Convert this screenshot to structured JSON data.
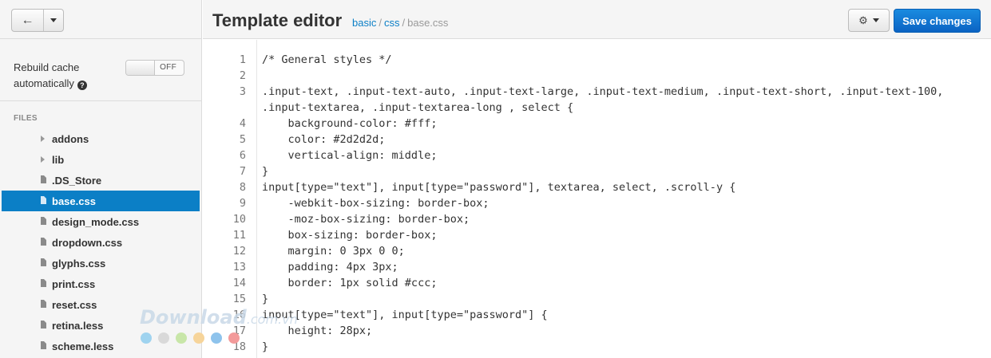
{
  "nav": {
    "back_icon": "back-arrow-icon"
  },
  "cache": {
    "label": "Rebuild cache automatically",
    "help": "?",
    "toggle": "OFF"
  },
  "files": {
    "heading": "FILES",
    "items": [
      {
        "label": "addons",
        "type": "folder"
      },
      {
        "label": "lib",
        "type": "folder"
      },
      {
        "label": ".DS_Store",
        "type": "file"
      },
      {
        "label": "base.css",
        "type": "file",
        "active": true
      },
      {
        "label": "design_mode.css",
        "type": "file"
      },
      {
        "label": "dropdown.css",
        "type": "file"
      },
      {
        "label": "glyphs.css",
        "type": "file"
      },
      {
        "label": "print.css",
        "type": "file"
      },
      {
        "label": "reset.css",
        "type": "file"
      },
      {
        "label": "retina.less",
        "type": "file"
      },
      {
        "label": "scheme.less",
        "type": "file"
      }
    ]
  },
  "header": {
    "title": "Template editor",
    "breadcrumb": {
      "first": "basic",
      "sep": "/",
      "second": "css",
      "current": "base.css"
    },
    "save_label": "Save changes"
  },
  "editor": {
    "lines": [
      {
        "n": "1",
        "text": [
          "/* General styles */"
        ]
      },
      {
        "n": "2",
        "text": [
          ""
        ]
      },
      {
        "n": "3",
        "text": [
          ".input-text, .input-text-auto, .input-text-large, .input-text-medium, .input-text-short, .input-text-100,",
          ".input-textarea, .input-textarea-long , select {"
        ]
      },
      {
        "n": "4",
        "text": [
          "    background-color: #fff;"
        ]
      },
      {
        "n": "5",
        "text": [
          "    color: #2d2d2d;"
        ]
      },
      {
        "n": "6",
        "text": [
          "    vertical-align: middle;"
        ]
      },
      {
        "n": "7",
        "text": [
          "}"
        ]
      },
      {
        "n": "8",
        "text": [
          "input[type=\"text\"], input[type=\"password\"], textarea, select, .scroll-y {"
        ]
      },
      {
        "n": "9",
        "text": [
          "    -webkit-box-sizing: border-box;"
        ]
      },
      {
        "n": "10",
        "text": [
          "    -moz-box-sizing: border-box;"
        ]
      },
      {
        "n": "11",
        "text": [
          "    box-sizing: border-box;"
        ]
      },
      {
        "n": "12",
        "text": [
          "    margin: 0 3px 0 0;"
        ]
      },
      {
        "n": "13",
        "text": [
          "    padding: 4px 3px;"
        ]
      },
      {
        "n": "14",
        "text": [
          "    border: 1px solid #ccc;"
        ]
      },
      {
        "n": "15",
        "text": [
          "}"
        ]
      },
      {
        "n": "16",
        "text": [
          "input[type=\"text\"], input[type=\"password\"] {"
        ]
      },
      {
        "n": "17",
        "text": [
          "    height: 28px;"
        ]
      },
      {
        "n": "18",
        "text": [
          "}"
        ]
      }
    ]
  },
  "watermark": {
    "brand": "Download",
    "domain": ".com.vn",
    "dot_colors": [
      "#9fd3ef",
      "#d9d9d9",
      "#c8e6a8",
      "#f6d49a",
      "#8ec3ec",
      "#f39a9a"
    ]
  },
  "colors": {
    "accent": "#0b7fc6",
    "save_button": "#0b63c3"
  }
}
